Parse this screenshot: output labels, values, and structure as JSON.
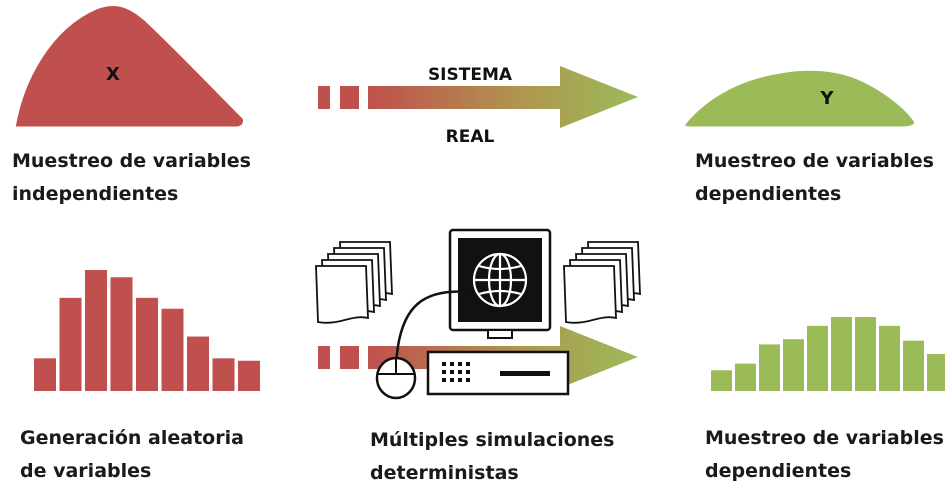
{
  "top_row": {
    "left_blob_label": "X",
    "right_blob_label": "Y",
    "arrow_label_top": "SISTEMA",
    "arrow_label_bottom": "REAL",
    "left_caption": [
      "Muestreo de variables",
      "independientes"
    ],
    "right_caption": [
      "Muestreo de variables",
      "dependientes"
    ]
  },
  "bottom_row": {
    "left_caption": [
      "Generación aleatoria",
      "de variables"
    ],
    "center_caption": [
      "Múltiples simulaciones",
      "deterministas"
    ],
    "right_caption": [
      "Muestreo de variables",
      "dependientes"
    ],
    "left_histogram_values": [
      0.27,
      0.77,
      1.0,
      0.94,
      0.77,
      0.68,
      0.45,
      0.27,
      0.25
    ],
    "right_histogram_values": [
      0.28,
      0.37,
      0.63,
      0.7,
      0.88,
      1.0,
      1.0,
      0.88,
      0.68,
      0.5
    ]
  },
  "colors": {
    "red": "#C0504D",
    "red_dark": "#9B3B39",
    "green": "#9BBB59",
    "green_dark": "#7A9A40",
    "text": "#1a1a1a"
  },
  "icons": [
    "computer-icon",
    "globe-icon",
    "keyboard-icon",
    "mouse-icon",
    "paper-stack-icon"
  ]
}
